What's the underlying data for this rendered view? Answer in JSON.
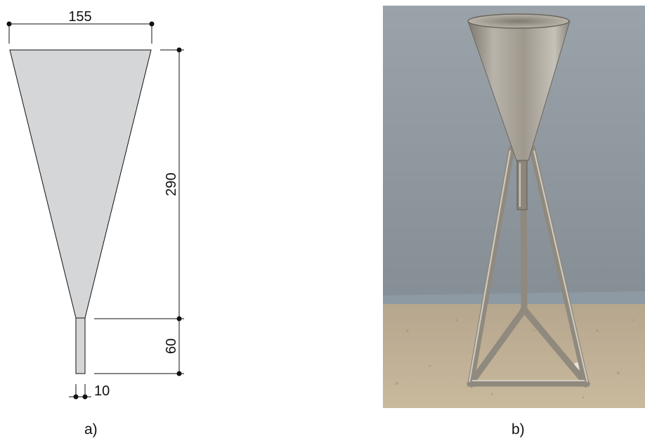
{
  "panel_a": {
    "caption": "a)",
    "dimensions": {
      "top_width": "155",
      "cone_height": "290",
      "tube_height": "60",
      "tube_width": "10"
    },
    "fill_color": "#d5d6d8",
    "line_color": "#111111"
  },
  "panel_b": {
    "caption": "b)",
    "photo_description_icon": "funnel-on-stand-photo",
    "colors": {
      "wall": "#8d969c",
      "floor": "#bfae92",
      "steel": "#9a9488"
    }
  }
}
